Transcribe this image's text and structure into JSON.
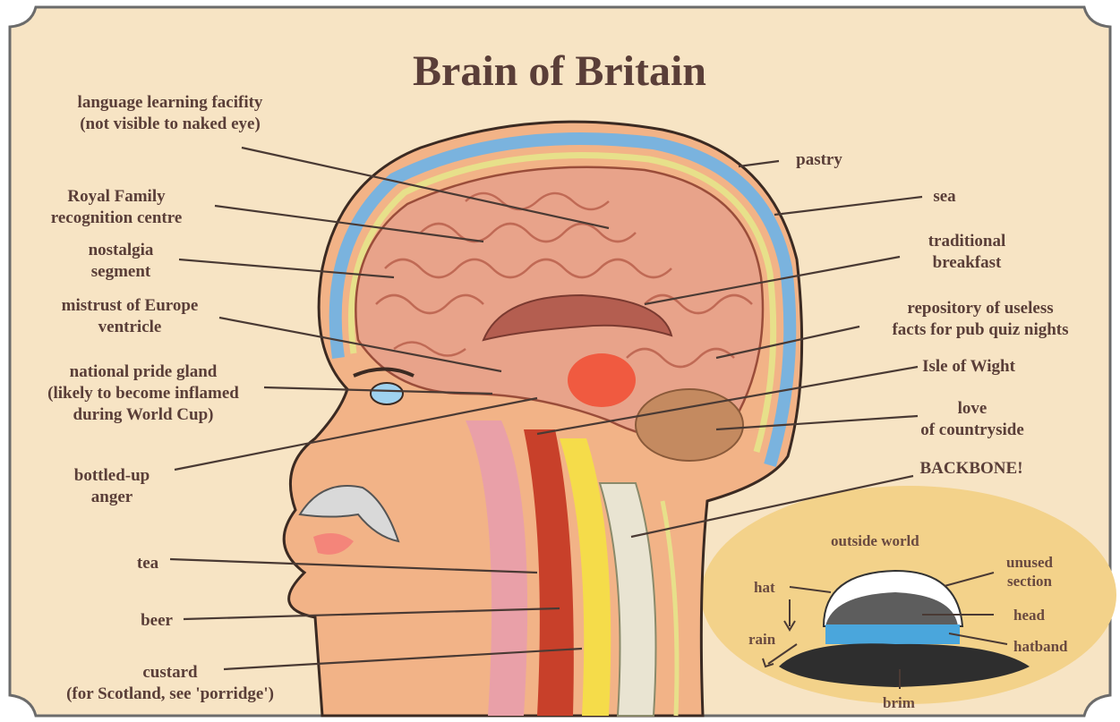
{
  "title": "Brain of Britain",
  "colors": {
    "background": "#f7e4c4",
    "border": "#6b6b6b",
    "text": "#5a3e38",
    "skin": "#f2b387",
    "brain": "#e8a38a",
    "brain_fold": "#c06a55",
    "skull_blue": "#7ab3de",
    "skull_line": "#e7e08a",
    "spine_yellow": "#f5dc4a",
    "throat_red": "#c8402a",
    "hat_dark": "#5d5d5d",
    "hat_band": "#4aa6dc",
    "inset_bg": "#f3d28a"
  },
  "labels_left": {
    "language": [
      "language learning facifity",
      "(not visible to naked eye)"
    ],
    "royal": [
      "Royal Family",
      "recognition centre"
    ],
    "nostalgia": [
      "nostalgia",
      "segment"
    ],
    "mistrust": [
      "mistrust of Europe",
      "ventricle"
    ],
    "pride": [
      "national pride gland",
      "(likely to become inflamed",
      "during World Cup)"
    ],
    "anger": [
      "bottled-up",
      "anger"
    ],
    "tea": "tea",
    "beer": "beer",
    "custard": [
      "custard",
      "(for Scotland, see 'porridge')"
    ]
  },
  "labels_right": {
    "pastry": "pastry",
    "sea": "sea",
    "breakfast": [
      "traditional",
      "breakfast"
    ],
    "repository": [
      "repository of useless",
      "facts for pub quiz nights"
    ],
    "wight": "Isle of Wight",
    "countryside": [
      "love",
      "of countryside"
    ],
    "backbone": "BACKBONE!"
  },
  "inset": {
    "outside": "outside world",
    "hat": "hat",
    "rain": "rain",
    "unused": [
      "unused",
      "section"
    ],
    "head": "head",
    "hatband": "hatband",
    "brim": "brim"
  }
}
